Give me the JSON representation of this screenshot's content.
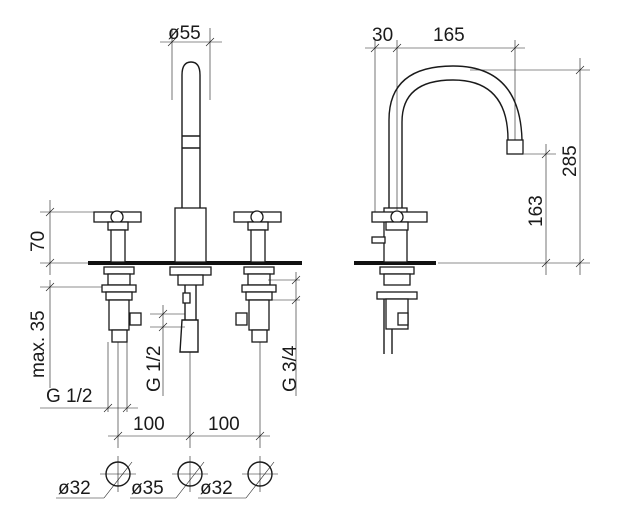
{
  "dimensions": {
    "spout_diameter": "ø55",
    "handle_height": "70",
    "max_depth": "max. 35",
    "thread_left": "G 1/2",
    "thread_spout": "G 1/2",
    "thread_right": "G 3/4",
    "spacing_left": "100",
    "spacing_right": "100",
    "hole_left": "ø32",
    "hole_center": "ø35",
    "hole_right": "ø32",
    "side_offset": "30",
    "side_reach": "165",
    "side_total_height": "285",
    "side_spout_height": "163"
  }
}
